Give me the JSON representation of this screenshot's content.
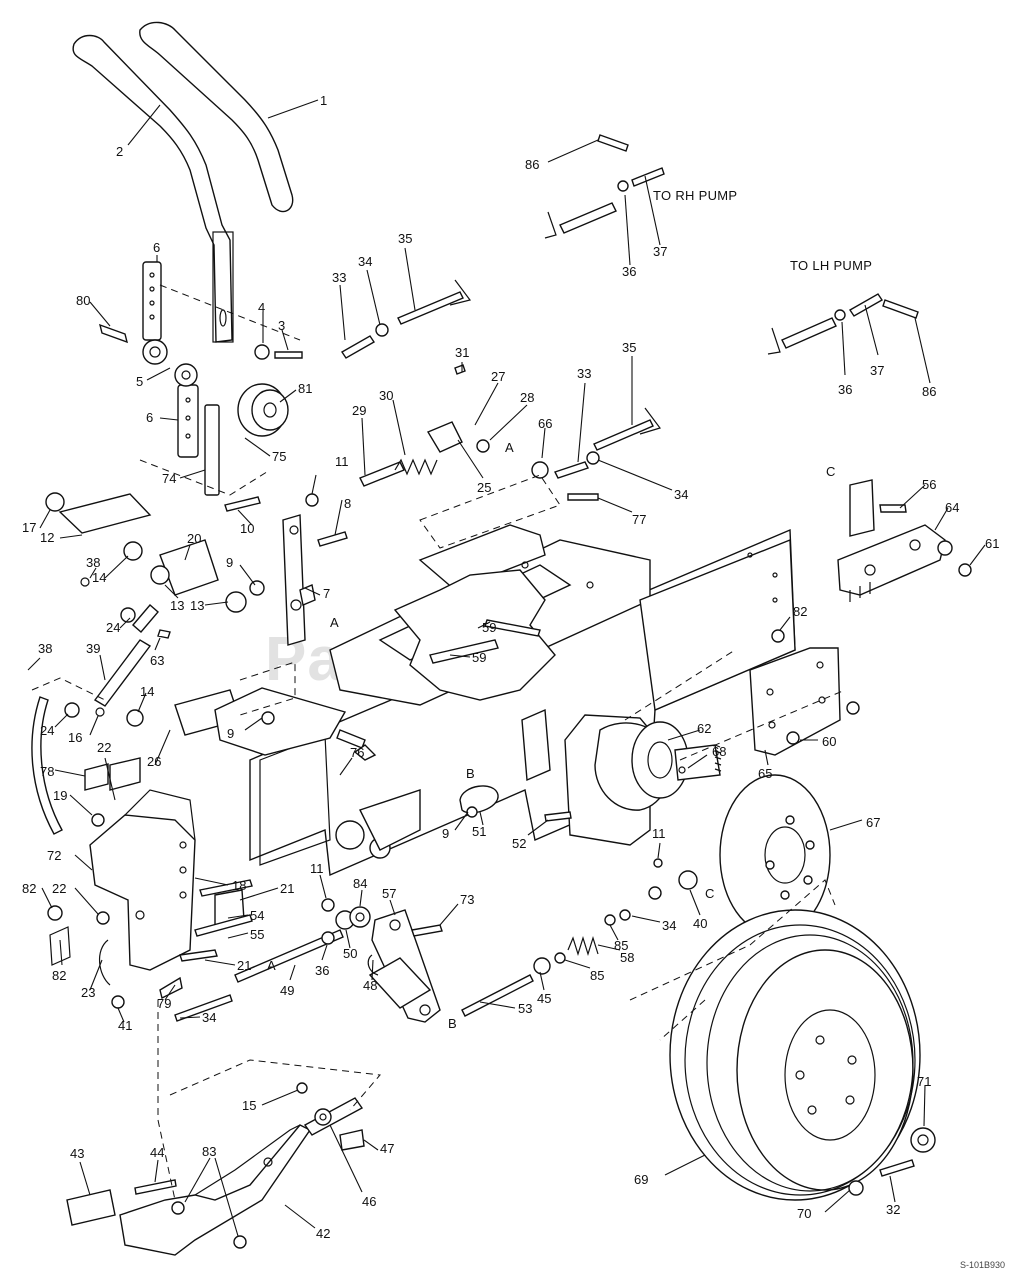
{
  "watermark": "PartsTree",
  "trademark": "™",
  "drawing_code": "S-101B930",
  "notes": {
    "rh_pump": "TO RH PUMP",
    "lh_pump": "TO LH PUMP"
  },
  "letters": [
    "A",
    "A",
    "A",
    "B",
    "B",
    "C",
    "C"
  ],
  "callouts": [
    "1",
    "2",
    "3",
    "4",
    "5",
    "6",
    "6",
    "80",
    "81",
    "74",
    "75",
    "35",
    "34",
    "33",
    "31",
    "30",
    "29",
    "27",
    "28",
    "25",
    "66",
    "33",
    "35",
    "34",
    "77",
    "86",
    "37",
    "36",
    "86",
    "37",
    "36",
    "11",
    "8",
    "10",
    "9",
    "7",
    "12",
    "17",
    "14",
    "20",
    "13",
    "13",
    "38",
    "24",
    "63",
    "39",
    "38",
    "14",
    "24",
    "16",
    "22",
    "26",
    "9",
    "76",
    "78",
    "19",
    "72",
    "18",
    "82",
    "22",
    "82",
    "23",
    "41",
    "21",
    "54",
    "55",
    "21",
    "79",
    "34",
    "11",
    "36",
    "50",
    "84",
    "57",
    "73",
    "49",
    "48",
    "45",
    "85",
    "58",
    "85",
    "34",
    "40",
    "11",
    "53",
    "59",
    "59",
    "82",
    "60",
    "65",
    "62",
    "68",
    "67",
    "9",
    "51",
    "52",
    "56",
    "64",
    "61",
    "71",
    "32",
    "70",
    "69",
    "15",
    "47",
    "46",
    "42",
    "83",
    "44",
    "43"
  ]
}
